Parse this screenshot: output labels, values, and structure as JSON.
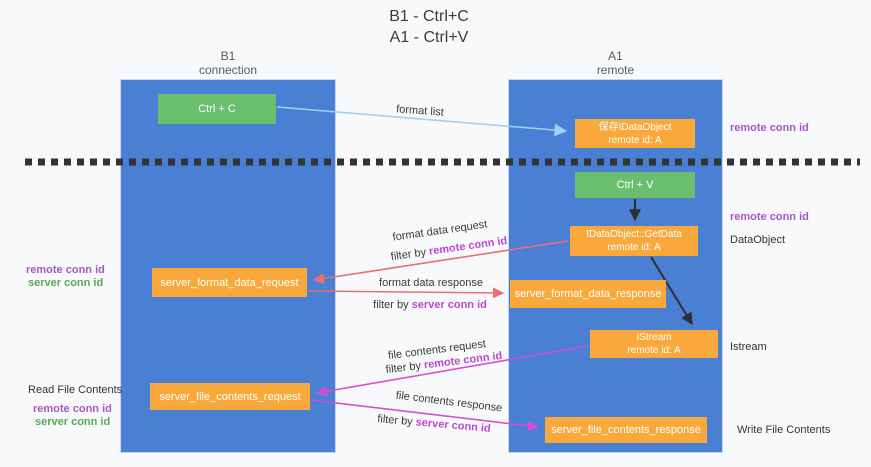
{
  "title": {
    "line1": "B1 - Ctrl+C",
    "line2": "A1 - Ctrl+V"
  },
  "lanes": {
    "left": {
      "name": "B1",
      "role": "connection"
    },
    "right": {
      "name": "A1",
      "role": "remote"
    }
  },
  "nodes": {
    "ctrl_c": {
      "label": "Ctrl + C"
    },
    "ctrl_v": {
      "label": "Ctrl + V"
    },
    "save_dataobject": {
      "line1": "保存IDataObject",
      "line2": "remote id: A"
    },
    "getdata": {
      "line1": "IDataObject::GetData",
      "line2": "remote id: A"
    },
    "istream": {
      "line1": "IStream",
      "line2": "remote id: A"
    },
    "server_format_data_request": {
      "label": "server_format_data_request"
    },
    "server_format_data_response": {
      "label": "server_format_data_response"
    },
    "server_file_contents_request": {
      "label": "server_file_contents_request"
    },
    "server_file_contents_response": {
      "label": "server_file_contents_response"
    }
  },
  "flow_labels": {
    "format_list": "format list",
    "format_data_request": "format data request",
    "format_data_response": "format data response",
    "file_contents_request": "file contents request",
    "file_contents_response": "file contents response",
    "filter_by": "filter by ",
    "remote_conn_id": "remote conn id",
    "server_conn_id": "server conn id"
  },
  "side_labels": {
    "right_remote_conn_id_1": "remote conn id",
    "right_remote_conn_id_2": "remote conn id",
    "dataobject": "DataObject",
    "istream": "Istream",
    "write_file_contents": "Write File Contents",
    "left_remote_conn_id_1": "remote conn id",
    "left_server_conn_id_1": "server conn id",
    "read_file_contents": "Read File Contents",
    "left_remote_conn_id_2": "remote conn id",
    "left_server_conn_id_2": "server conn id"
  },
  "colors": {
    "lane_blue": "#4a80d4",
    "node_orange": "#f9a83b",
    "node_green": "#6abf6e",
    "remote_conn_purple": "#a757c8",
    "server_conn_green": "#56ab56",
    "filter_value_purple": "#bb49cf",
    "arrow_red": "#e86f73",
    "arrow_magenta": "#d44fd0",
    "arrow_lightblue": "#9fd0ee",
    "arrow_black": "#2e2e2e"
  }
}
